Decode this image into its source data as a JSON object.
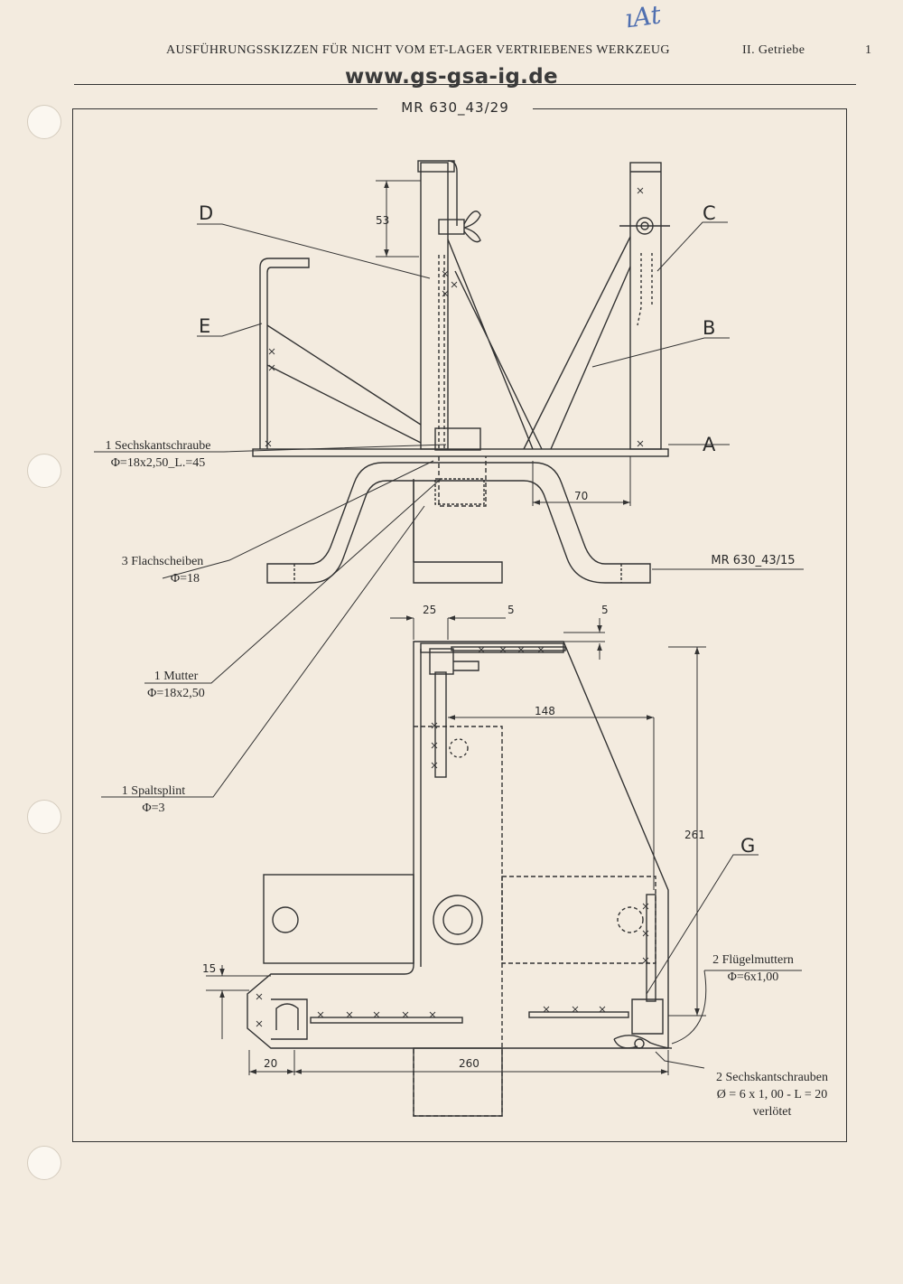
{
  "header": {
    "title": "AUSFÜHRUNGSSKIZZEN FÜR NICHT VOM ET-LAGER VERTRIEBENES WERKZEUG",
    "section": "II. Getriebe",
    "page": "1",
    "handwritten_mark": "ıAt",
    "watermark": "www.gs-gsa-ig.de"
  },
  "drawing": {
    "title": "MR 630_43/29",
    "part_letters": [
      "A",
      "B",
      "C",
      "D",
      "E",
      "G"
    ],
    "dimensions": {
      "d53": "53",
      "d70": "70",
      "d25": "25",
      "d5a": "5",
      "d5b": "5",
      "d148": "148",
      "d261": "261",
      "d15": "15",
      "d20": "20",
      "d260": "260"
    },
    "callouts": {
      "sechskantschraube": {
        "line1": "1 Sechskantschraube",
        "line2": "Φ=18x2,50_L.=45"
      },
      "flachscheiben": {
        "line1": "3 Flachscheiben",
        "line2": "Φ=18"
      },
      "mutter": {
        "line1": "1 Mutter",
        "line2": "Φ=18x2,50"
      },
      "spaltsplint": {
        "line1": "1 Spaltsplint",
        "line2": "Φ=3"
      },
      "ref_part": "MR 630_43/15",
      "fluegelmuttern": {
        "line1": "2 Flügelmuttern",
        "line2": "Φ=6x1,00"
      },
      "sechskantschrauben": {
        "line1": "2 Sechskantschrauben",
        "line2": "Ø = 6 x 1, 00 - L = 20",
        "line3": "verlötet"
      }
    }
  }
}
